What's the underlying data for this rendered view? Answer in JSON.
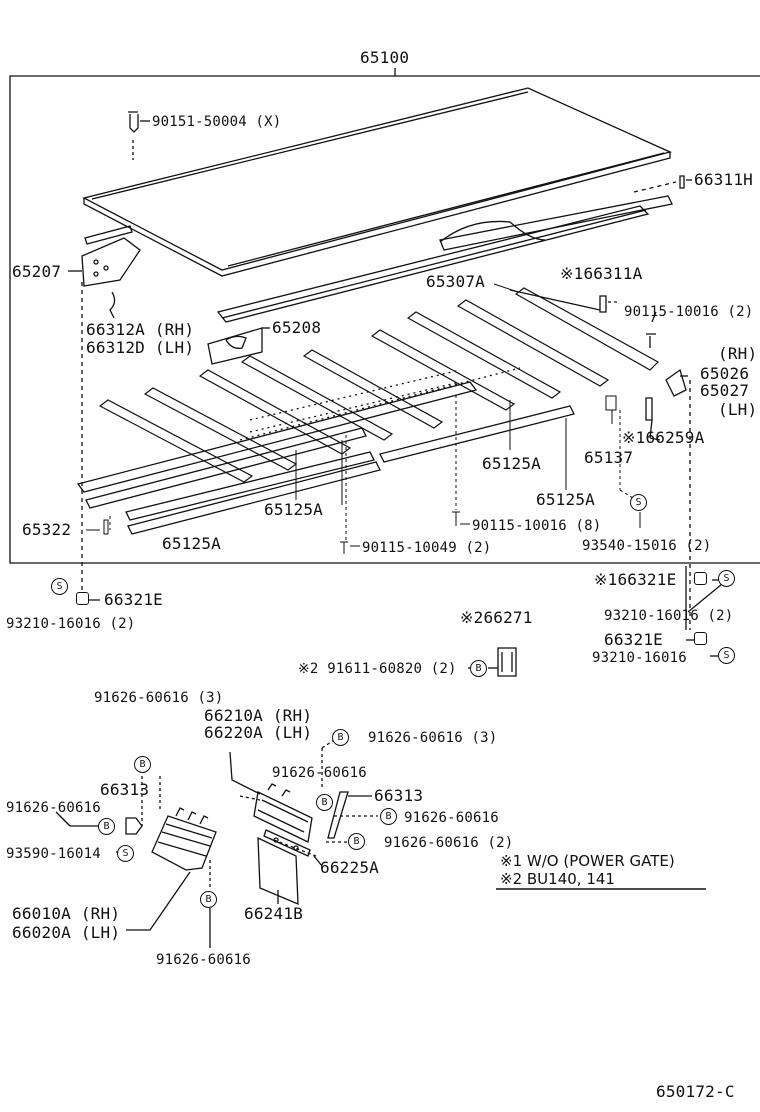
{
  "labels": {
    "main_assy": "65100",
    "screw_top": "90151-50004 (X)",
    "p66311H": "66311H",
    "p65207": "65207",
    "p66312a": "66312A (RH)",
    "p66312d": "66312D (LH)",
    "p65208": "65208",
    "p65307a": "65307A",
    "p166311a": "※166311A",
    "bolt_rh": "90115-10016 (2)",
    "rh": "(RH)",
    "p65026": "65026",
    "p65027": "65027",
    "lh": "(LH)",
    "p166259a": "※166259A",
    "p65137": "65137",
    "p65125a_1": "65125A",
    "p65125a_2": "65125A",
    "p65125a_3": "65125A",
    "p65125a_4": "65125A",
    "p65322": "65322",
    "bolt_mid": "90115-10016 (8)",
    "bolt_low": "90115-10049 (2)",
    "washer_r": "93540-15016 (2)",
    "p166321e": "※166321E",
    "washer_r2": "93210-16016 (2)",
    "p66321e_r": "66321E",
    "washer_r3": "93210-16016",
    "p66321e_l": "66321E",
    "washer_l": "93210-16016 (2)",
    "p266271": "※266271",
    "bolt_2": "※2 91611-60820 (2)",
    "rivet_a": "91626-60616 (3)",
    "p66210a": "66210A (RH)",
    "p66220a": "66220A (LH)",
    "rivet_b": "91626-60616 (3)",
    "rivet_c": "91626-60616",
    "p66313_r": "66313",
    "p66313_l": "66313",
    "rivet_d": "91626-60616",
    "rivet_e": "91626-60616",
    "screw_l": "93590-16014",
    "rivet_f": "91626-60616 (2)",
    "p66225a": "66225A",
    "p66010a": "66010A (RH)",
    "p66020a": "66020A (LH)",
    "p66241b": "66241B",
    "rivet_g": "91626-60616",
    "figure_no": "650172-C"
  },
  "notes": {
    "note1": "※1 W/O (POWER GATE)",
    "note2": "※2 BU140, 141"
  },
  "markers": {
    "s": "S",
    "b": "B"
  }
}
